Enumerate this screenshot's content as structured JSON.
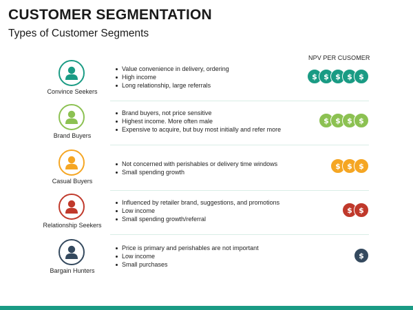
{
  "title": "CUSTOMER SEGMENTATION",
  "subtitle": "Types of Customer Segments",
  "npv_header": "NPV PER CUSOMER",
  "coin_symbol": "$",
  "segments": [
    {
      "name": "Convince Seekers",
      "color": "#1a9b84",
      "bullets": [
        "Value convenience in delivery, ordering",
        "High income",
        "Long relationship, large referrals"
      ],
      "npv_count": 5
    },
    {
      "name": "Brand Buyers",
      "color": "#8cc152",
      "bullets": [
        "Brand buyers, not price sensitive",
        "Highest income. More often male",
        "Expensive to acquire, but buy most initially and refer more"
      ],
      "npv_count": 4
    },
    {
      "name": "Casual Buyers",
      "color": "#f5a623",
      "bullets": [
        "Not concerned with perishables or delivery time windows",
        "Small spending growth"
      ],
      "npv_count": 3
    },
    {
      "name": "Relationship Seekers",
      "color": "#c0392b",
      "bullets": [
        "Influenced by retailer brand, suggestions, and promotions",
        "Low income",
        "Small spending growth/referral"
      ],
      "npv_count": 2
    },
    {
      "name": "Bargain Hunters",
      "color": "#34495e",
      "bullets": [
        "Price is primary and perishables are not important",
        "Low income",
        "Small purchases"
      ],
      "npv_count": 1
    }
  ],
  "icons": {
    "segment_icon": "person-icon",
    "npv_icon": "dollar-coin-icon"
  },
  "accent_bar_color": "#1a9b84"
}
